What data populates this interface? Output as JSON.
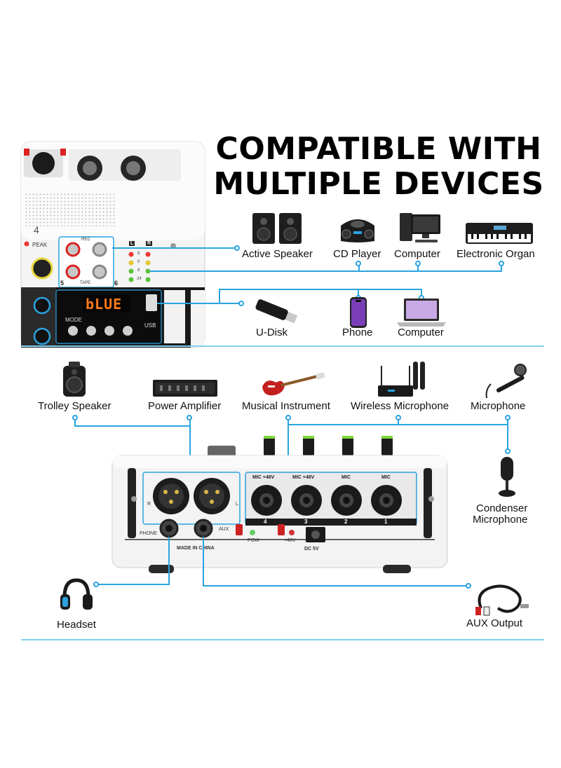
{
  "title": {
    "line1": "COMPATIBLE WITH",
    "line2": "MULTIPLE DEVICES"
  },
  "top_devices": {
    "active_speaker": "Active Speaker",
    "cd_player": "CD Player",
    "computer": "Computer",
    "electronic_organ": "Electronic Organ"
  },
  "usb_devices": {
    "u_disk": "U-Disk",
    "phone": "Phone",
    "computer": "Computer"
  },
  "mid_devices": {
    "trolley_speaker": "Trolley Speaker",
    "power_amplifier": "Power Amplifier",
    "musical_instrument": "Musical Instrument",
    "wireless_microphone": "Wireless Microphone",
    "microphone": "Microphone",
    "condenser_microphone_1": "Condenser",
    "condenser_microphone_2": "Microphone"
  },
  "bottom_devices": {
    "headset": "Headset",
    "aux_output": "AUX Output"
  },
  "panel_top": {
    "display_text": "bLUE",
    "mode": "MODE",
    "usb": "USB",
    "rec": "REC",
    "tape": "TAPE",
    "peak": "PEAK",
    "ch4": "4",
    "ch5": "5",
    "ch6": "6",
    "meter_l": "L",
    "meter_r": "R",
    "meter_vals": [
      "6",
      "0",
      "6",
      "24"
    ]
  },
  "panel_back": {
    "mic48_a": "MIC +48V",
    "mic48_b": "MIC +48V",
    "mic_c": "MIC",
    "mic_d": "MIC",
    "n4": "4",
    "n3": "3",
    "n2": "2",
    "n1": "1",
    "r": "R",
    "l": "L",
    "phone": "PHONE",
    "aux": "AUX",
    "made_in": "MADE IN CHINA",
    "pow": "POW",
    "p48": "+48V",
    "dc": "DC 5V"
  },
  "colors": {
    "accent": "#2aa3e0",
    "separator": "#7fd0ef",
    "display": "#ff7a1a"
  }
}
